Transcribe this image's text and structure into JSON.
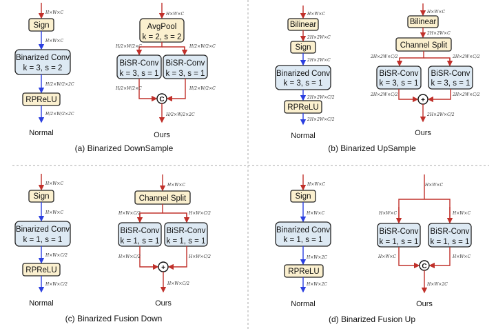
{
  "colors": {
    "red_arrow": "#c0302a",
    "blue_arrow": "#2b3fe0",
    "yellow_box": "#fbf0cf",
    "blue_box": "#dde9f3"
  },
  "panels": {
    "a": {
      "caption": "(a) Binarized DownSample",
      "normal": {
        "label": "Normal",
        "sign": "Sign",
        "conv1": "Binarized Conv",
        "conv2": "k = 3, s = 2",
        "act": "RPReLU",
        "dims": [
          "H×W×C",
          "H×W×C",
          "H/2×W/2×2C",
          "H/2×W/2×2C"
        ]
      },
      "ours": {
        "label": "Ours",
        "pool1": "AvgPool",
        "pool2": "k = 2, s = 2",
        "convA1": "BiSR-Conv",
        "convA2": "k = 3, s = 1",
        "convB1": "BiSR-Conv",
        "convB2": "k = 3, s = 1",
        "op": "C",
        "dims": [
          "H×W×C",
          "H/2×W/2×C",
          "H/2×W/2×C",
          "H/2×W/2×C",
          "H/2×W/2×C",
          "H/2×W/2×2C"
        ]
      }
    },
    "b": {
      "caption": "(b) Binarized UpSample",
      "normal": {
        "label": "Normal",
        "up": "Bilinear",
        "sign": "Sign",
        "conv1": "Binarized Conv",
        "conv2": "k = 3, s = 1",
        "act": "RPReLU",
        "dims": [
          "H×W×C",
          "2H×2W×C",
          "2H×2W×C",
          "2H×2W×C/2",
          "2H×2W×C/2"
        ]
      },
      "ours": {
        "label": "Ours",
        "up": "Bilinear",
        "split": "Channel Split",
        "convA1": "BiSR-Conv",
        "convA2": "k = 3, s = 1",
        "convB1": "BiSR-Conv",
        "convB2": "k = 3, s = 1",
        "op": "+",
        "dims": [
          "H×W×C",
          "2H×2W×C",
          "2H×2W×C/2",
          "2H×2W×C/2",
          "2H×2W×C/2",
          "2H×2W×C/2",
          "2H×2W×C/2"
        ]
      }
    },
    "c": {
      "caption": "(c) Binarized Fusion Down",
      "normal": {
        "label": "Normal",
        "sign": "Sign",
        "conv1": "Binarized Conv",
        "conv2": "k = 1, s = 1",
        "act": "RPReLU",
        "dims": [
          "H×W×C",
          "H×W×C",
          "H×W×C/2",
          "H×W×C/2"
        ]
      },
      "ours": {
        "label": "Ours",
        "split": "Channel Split",
        "convA1": "BiSR-Conv",
        "convA2": "k = 1, s = 1",
        "convB1": "BiSR-Conv",
        "convB2": "k = 1, s = 1",
        "op": "+",
        "dims": [
          "H×W×C",
          "H×W×C/2",
          "H×W×C/2",
          "H×W×C/2",
          "H×W×C/2",
          "H×W×C/2"
        ]
      }
    },
    "d": {
      "caption": "(d) Binarized Fusion Up",
      "normal": {
        "label": "Normal",
        "sign": "Sign",
        "conv1": "Binarized Conv",
        "conv2": "k = 1, s = 1",
        "act": "RPReLU",
        "dims": [
          "H×W×C",
          "H×W×C",
          "H×W×2C",
          "H×W×2C"
        ]
      },
      "ours": {
        "label": "Ours",
        "convA1": "BiSR-Conv",
        "convA2": "k = 1, s = 1",
        "convB1": "BiSR-Conv",
        "convB2": "k = 1, s = 1",
        "op": "C",
        "dims": [
          "H×W×C",
          "H×W×C",
          "H×W×C",
          "H×W×C",
          "H×W×C",
          "H×W×2C"
        ]
      }
    }
  }
}
